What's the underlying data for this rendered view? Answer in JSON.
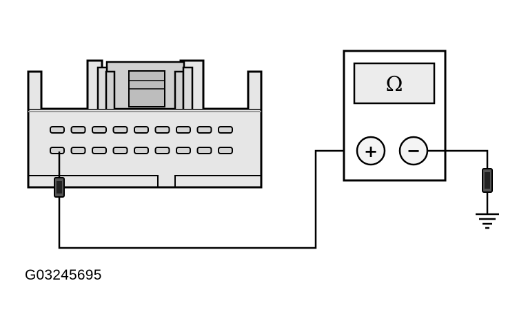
{
  "figure_id": "G03245695",
  "meter": {
    "display_symbol": "Ω",
    "positive_label": "+",
    "negative_label": "−"
  },
  "colors": {
    "line": "#000000",
    "connector_fill": "#e6e6e6",
    "latch_fill": "#c8c8c8",
    "pin_fill": "#d4d4d4",
    "background": "#ffffff"
  },
  "connector": {
    "pin_rows": 2,
    "pins_per_row": 9
  }
}
